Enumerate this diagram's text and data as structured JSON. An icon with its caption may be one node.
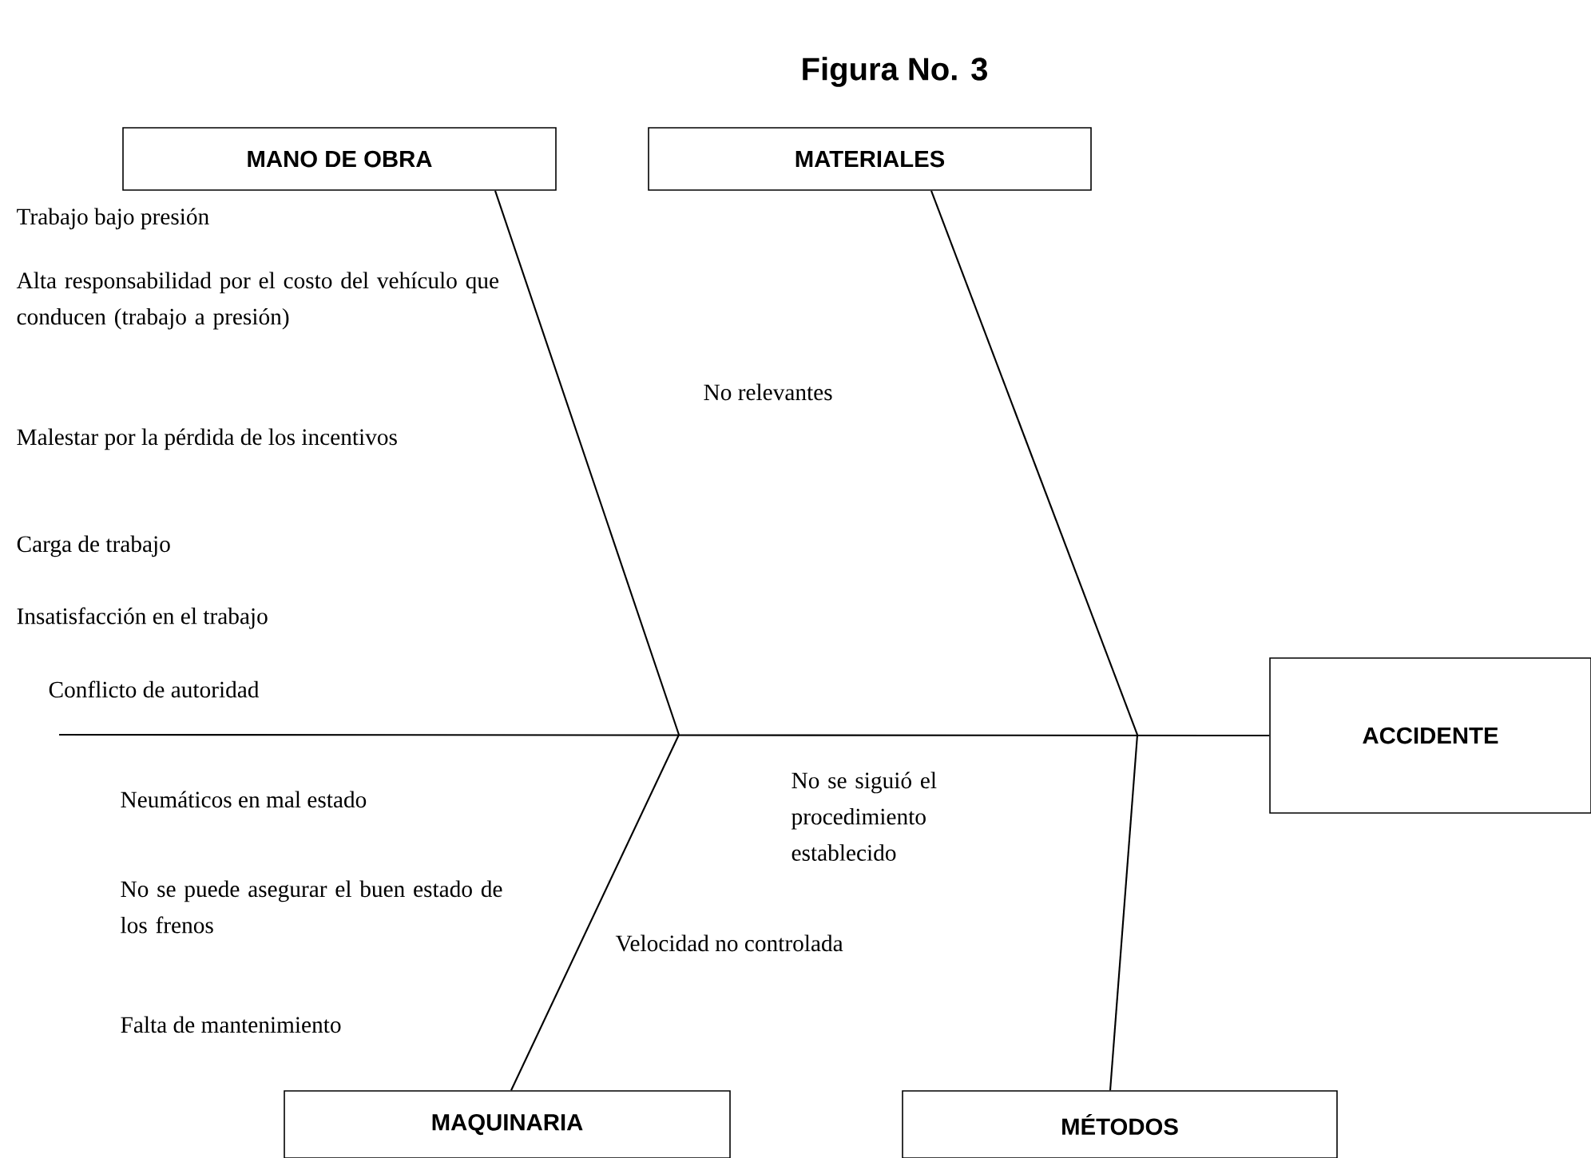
{
  "diagram": {
    "title": "Figura No. 3",
    "nodes": [
      {
        "text": [
          "MANO DE OBRA"
        ]
      },
      {
        "text": [
          "MATERIALES"
        ]
      },
      {
        "text": [
          "ACCIDENTE"
        ]
      },
      {
        "text": [
          "MAQUINARIA"
        ]
      },
      {
        "text": [
          "MÉTODOS"
        ]
      }
    ],
    "edges": [
      {
        "from": null,
        "to": 2,
        "arrow": "none"
      },
      {
        "from": 0,
        "to": null,
        "arrow": "none"
      },
      {
        "from": 1,
        "to": null,
        "arrow": "none"
      },
      {
        "from": 3,
        "to": null,
        "arrow": "none"
      },
      {
        "from": 4,
        "to": null,
        "arrow": "none"
      }
    ],
    "labels": [
      "Trabajo bajo presión",
      "Alta responsabilidad por el costo del vehículo que conducen (trabajo a presión)",
      "No relevantes",
      "Malestar por la pérdida de los incentivos",
      "Carga de trabajo",
      "Insatisfacción en el trabajo",
      "Conflicto de autoridad",
      "Neumáticos en mal estado",
      "No se siguió el procedimiento establecido",
      "No se puede asegurar el buen estado de los frenos",
      "Velocidad no controlada",
      "Falta de mantenimiento"
    ]
  }
}
